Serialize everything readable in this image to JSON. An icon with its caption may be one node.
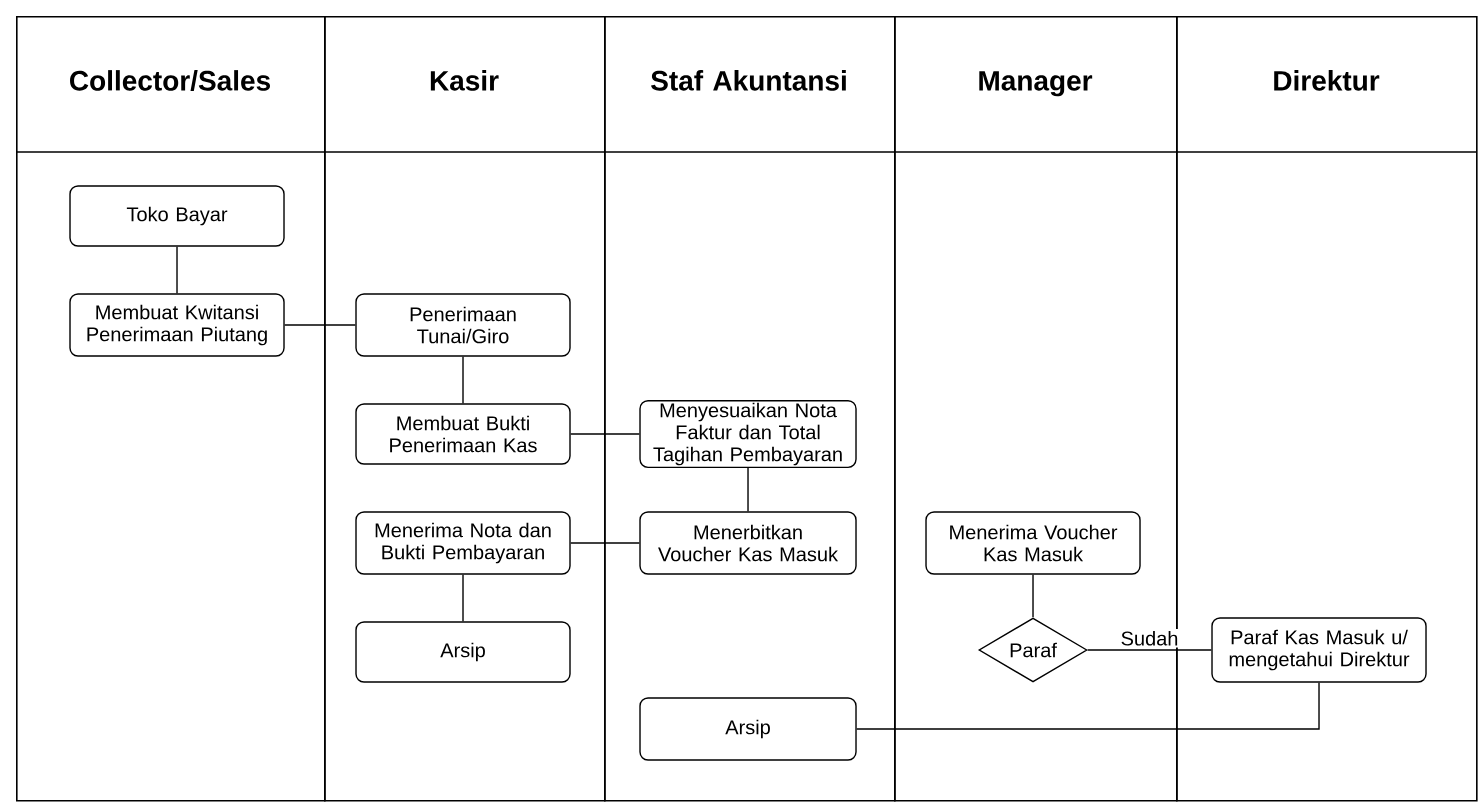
{
  "diagram": {
    "nodes": [
      {
        "text": [
          "Collector/Sales"
        ]
      },
      {
        "text": [
          "Kasir"
        ]
      },
      {
        "text": [
          "Staf Akuntansi"
        ]
      },
      {
        "text": [
          "Manager"
        ]
      },
      {
        "text": [
          "Direktur"
        ]
      },
      {
        "text": [
          "Toko Bayar"
        ],
        "in": 0
      },
      {
        "text": [
          "Membuat Kwitansi Penerimaan Piutang"
        ],
        "in": 0
      },
      {
        "text": [
          "Penerimaan Tunai/Giro"
        ],
        "in": 1
      },
      {
        "text": [
          "Membuat Bukti Penerimaan Kas"
        ],
        "in": 1
      },
      {
        "text": [
          "Menerima Nota dan Bukti Pembayaran"
        ],
        "in": 1
      },
      {
        "text": [
          "Arsip"
        ],
        "in": 1
      },
      {
        "text": [
          "Menyesuaikan Nota Faktur dan Total Tagihan Pembayaran"
        ],
        "in": 2
      },
      {
        "text": [
          "Menerbitkan Voucher Kas Masuk"
        ],
        "in": 2
      },
      {
        "text": [
          "Arsip"
        ],
        "in": 2
      },
      {
        "text": [
          "Menerima Voucher Kas Masuk"
        ],
        "in": 3
      },
      {
        "text": [
          "Paraf"
        ],
        "in": 3
      },
      {
        "text": [
          "Paraf Kas Masuk u/ mengetahui Direktur"
        ],
        "in": 4
      }
    ],
    "edges": [
      {
        "from": 5,
        "to": 6,
        "arrow": "none"
      },
      {
        "from": 6,
        "to": 7,
        "arrow": "none"
      },
      {
        "from": 7,
        "to": 8,
        "arrow": "none"
      },
      {
        "from": 8,
        "to": 11,
        "arrow": "none"
      },
      {
        "from": 11,
        "to": 12,
        "arrow": "none"
      },
      {
        "from": 12,
        "to": 9,
        "arrow": "none"
      },
      {
        "from": 9,
        "to": 10,
        "arrow": "none"
      },
      {
        "from": 14,
        "to": 15,
        "arrow": "none"
      },
      {
        "from": 15,
        "to": 16,
        "arrow": "none",
        "label": "Sudah"
      },
      {
        "from": 16,
        "to": 13,
        "arrow": "none"
      }
    ]
  }
}
